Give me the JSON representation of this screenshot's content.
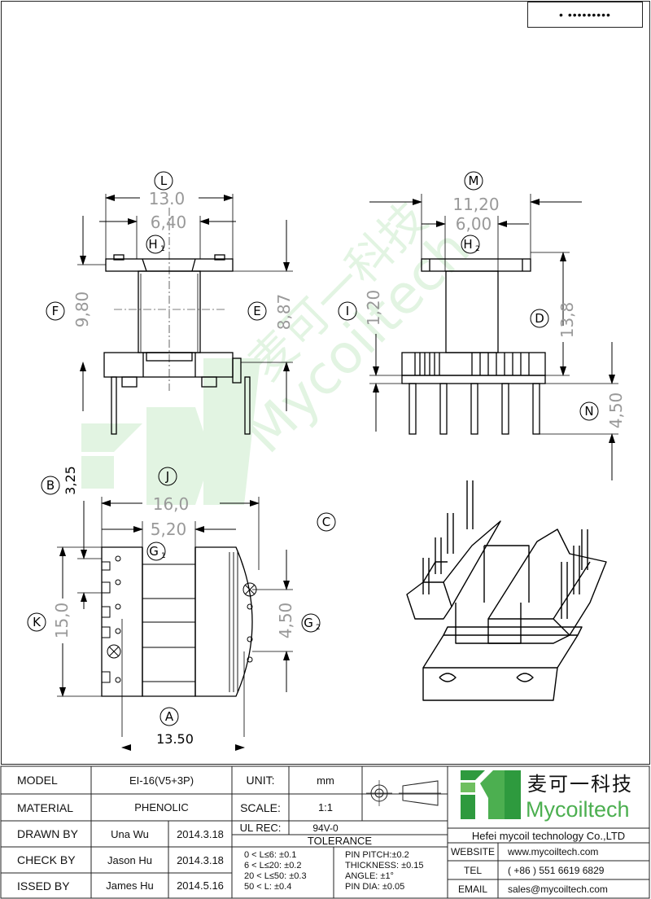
{
  "header_box": "• •••••••••",
  "watermark": {
    "brand": "Mycoiltech",
    "chinese": "麦可一科技"
  },
  "views": {
    "front": {
      "L": {
        "letter": "L",
        "value": "13.0"
      },
      "H1": {
        "letter": "H",
        "sub": "1",
        "value": "6,40"
      },
      "F": {
        "letter": "F",
        "value": "9,80"
      },
      "E": {
        "letter": "E",
        "value": "8,87"
      }
    },
    "side": {
      "M": {
        "letter": "M",
        "value": "11,20"
      },
      "H2": {
        "letter": "H",
        "sub": "2",
        "value": "6,00"
      },
      "I": {
        "letter": "I",
        "value": "1,20"
      },
      "D": {
        "letter": "D",
        "value": "13,8"
      },
      "N": {
        "letter": "N",
        "value": "4,50"
      }
    },
    "bottom": {
      "B": {
        "letter": "B",
        "value": "3,25"
      },
      "J": {
        "letter": "J",
        "value": "16,0"
      },
      "G1": {
        "letter": "G",
        "sub": "1",
        "value": "5,20"
      },
      "K": {
        "letter": "K",
        "value": "15,0"
      },
      "G2": {
        "letter": "G",
        "sub": "2",
        "value": "4,50"
      },
      "A": {
        "letter": "A",
        "value": "13.50"
      }
    },
    "iso": {
      "C": {
        "letter": "C"
      }
    }
  },
  "titleblock": {
    "model_label": "MODEL",
    "model_value": "EI-16(V5+3P)",
    "material_label": "MATERIAL",
    "material_value": "PHENOLIC",
    "unit_label": "UNIT:",
    "unit_value": "mm",
    "scale_label": "SCALE:",
    "scale_value": "1:1",
    "ulrec_label": "UL REC:",
    "ulrec_value": "94V-0",
    "tolerance_label": "TOLERANCE",
    "tol_lines": [
      "0 < L≤6: ±0.1",
      "6 < L≤20: ±0.2",
      "20 < L≤50: ±0.3",
      "50 < L: ±0.4"
    ],
    "tol_right": [
      "PIN PITCH:±0.2",
      "THICKNESS: ±0.15",
      "ANGLE: ±1°",
      "PIN DIA: ±0.05"
    ],
    "drawn_label": "DRAWN BY",
    "drawn_name": "Una Wu",
    "drawn_date": "2014.3.18",
    "check_label": "CHECK BY",
    "check_name": "Jason Hu",
    "check_date": "2014.3.18",
    "issued_label": "ISSED BY",
    "issued_name": "James Hu",
    "issued_date": "2014.5.16",
    "company": {
      "logo_cn": "麦可一科技",
      "logo_en": "Mycoiltech",
      "full_name": "Hefei mycoil technology Co.,LTD",
      "website_label": "WEBSITE",
      "website": "www.mycoiltech.com",
      "tel_label": "TEL",
      "tel": "( +86 ) 551 6619 6829",
      "email_label": "EMAIL",
      "email": "sales@mycoiltech.com"
    }
  }
}
